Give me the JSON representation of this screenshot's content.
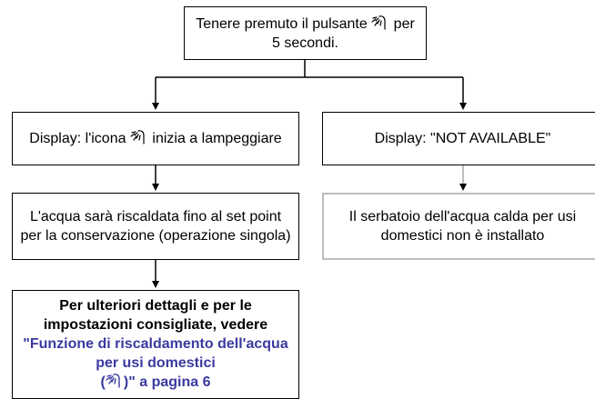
{
  "colors": {
    "line": "#000000",
    "line_gray": "#bdbdbd",
    "link": "#3a3aa0"
  },
  "top": {
    "text_before": "Tenere premuto il pulsante",
    "icon": "shower-icon",
    "text_after": " per 5 secondi."
  },
  "left1": {
    "text_before": "Display: l'icona",
    "icon": "shower-icon",
    "text_after": " inizia a lampeggiare"
  },
  "right1": {
    "prefix": "Display: ",
    "value": "\"NOT AVAILABLE\""
  },
  "left2": {
    "text": "L'acqua sarà riscaldata fino al set point per la conservazione (operazione singola)"
  },
  "right2": {
    "text": "Il serbatoio dell'acqua calda per usi domestici non è installato"
  },
  "left3": {
    "text": "Per ulteriori dettagli e per le impostazioni consigliate, vedere",
    "link_line1": "\"Funzione di riscaldamento dell'acqua per usi domestici",
    "link_open": "(",
    "icon": "shower-icon",
    "link_close": ")\" a pagina 6"
  }
}
